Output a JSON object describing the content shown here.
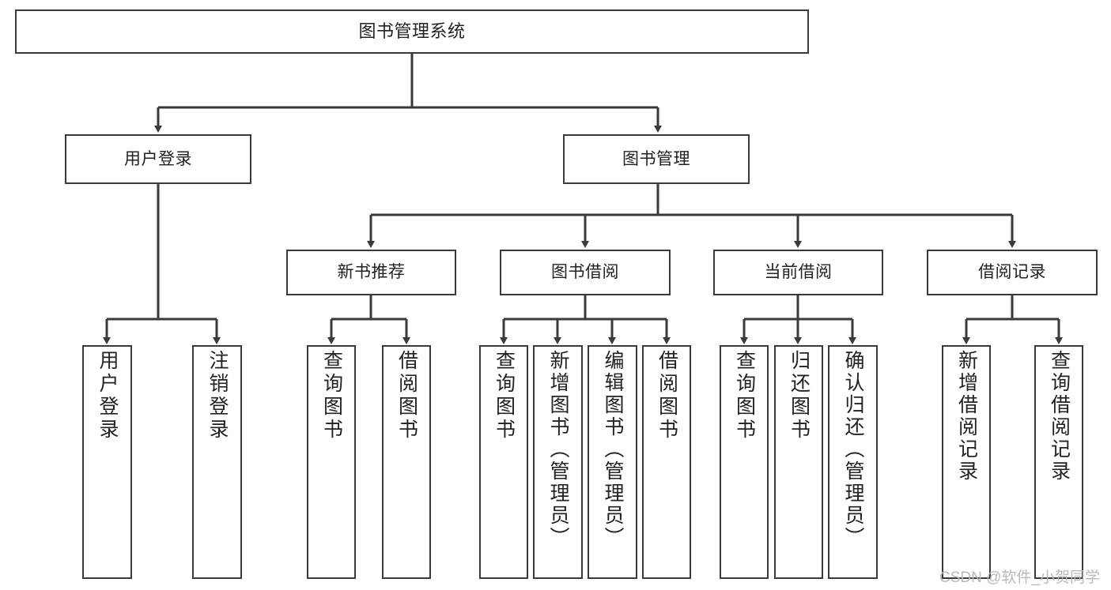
{
  "diagram": {
    "type": "tree-hierarchy",
    "title": "图书管理系统",
    "watermark": "CSDN @软件_小贺同学",
    "colors": {
      "box_border": "#3a3a3a",
      "box_fill": "#ffffff",
      "edge": "#3a3a3a",
      "text": "#222222",
      "watermark": "#b9b9b9"
    },
    "levels": {
      "level1": [
        {
          "id": "root",
          "label": "图书管理系统"
        }
      ],
      "level2": [
        {
          "id": "user-login",
          "label": "用户登录",
          "parent": "root"
        },
        {
          "id": "book-manage",
          "label": "图书管理",
          "parent": "root"
        }
      ],
      "level3": [
        {
          "id": "new-book-rec",
          "label": "新书推荐",
          "parent": "book-manage"
        },
        {
          "id": "book-borrow",
          "label": "图书借阅",
          "parent": "book-manage"
        },
        {
          "id": "current-borrow",
          "label": "当前借阅",
          "parent": "book-manage"
        },
        {
          "id": "borrow-record",
          "label": "借阅记录",
          "parent": "book-manage"
        }
      ],
      "leaves": [
        {
          "id": "leaf-user-login",
          "label": "用户登录",
          "parent": "user-login"
        },
        {
          "id": "leaf-logout",
          "label": "注销登录",
          "parent": "user-login"
        },
        {
          "id": "leaf-query-book-1",
          "label": "查询图书",
          "parent": "new-book-rec"
        },
        {
          "id": "leaf-borrow-book-1",
          "label": "借阅图书",
          "parent": "new-book-rec"
        },
        {
          "id": "leaf-query-book-2",
          "label": "查询图书",
          "parent": "book-borrow"
        },
        {
          "id": "leaf-add-book",
          "label": "新增图书（管理员）",
          "parent": "book-borrow"
        },
        {
          "id": "leaf-edit-book",
          "label": "编辑图书（管理员）",
          "parent": "book-borrow"
        },
        {
          "id": "leaf-borrow-book-2",
          "label": "借阅图书",
          "parent": "book-borrow"
        },
        {
          "id": "leaf-query-book-3",
          "label": "查询图书",
          "parent": "current-borrow"
        },
        {
          "id": "leaf-return-book",
          "label": "归还图书",
          "parent": "current-borrow"
        },
        {
          "id": "leaf-confirm-return",
          "label": "确认归还（管理员）",
          "parent": "current-borrow"
        },
        {
          "id": "leaf-add-record",
          "label": "新增借阅记录",
          "parent": "borrow-record"
        },
        {
          "id": "leaf-query-record",
          "label": "查询借阅记录",
          "parent": "borrow-record"
        }
      ]
    }
  }
}
